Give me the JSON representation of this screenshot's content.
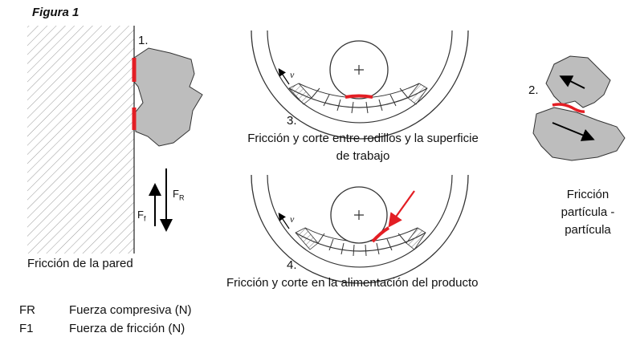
{
  "figure_title": "Figura 1",
  "panels": {
    "wall": {
      "number": "1.",
      "caption": "Fricción de la pared",
      "force_r_label": "F",
      "force_r_sub": "R",
      "force_f_label": "F",
      "force_f_sub": "f"
    },
    "rollers": {
      "number": "3.",
      "caption_line1": "Fricción y corte entre rodillos y la superficie",
      "caption_line2": "de trabajo",
      "velocity_label": "v"
    },
    "feed": {
      "number": "4.",
      "caption": "Fricción y corte en la alimentación  del producto",
      "velocity_label": "v"
    },
    "particle": {
      "number": "2.",
      "caption_line1": "Fricción",
      "caption_line2": "partícula -",
      "caption_line3": "partícula"
    }
  },
  "legend": [
    {
      "symbol": "FR",
      "description": "Fuerza compresiva (N)"
    },
    {
      "symbol": "F1",
      "description": "Fuerza de fricción (N)"
    }
  ],
  "colors": {
    "friction_red": "#e31e24",
    "particle_gray": "#bdbdbd",
    "outline": "#222222"
  }
}
